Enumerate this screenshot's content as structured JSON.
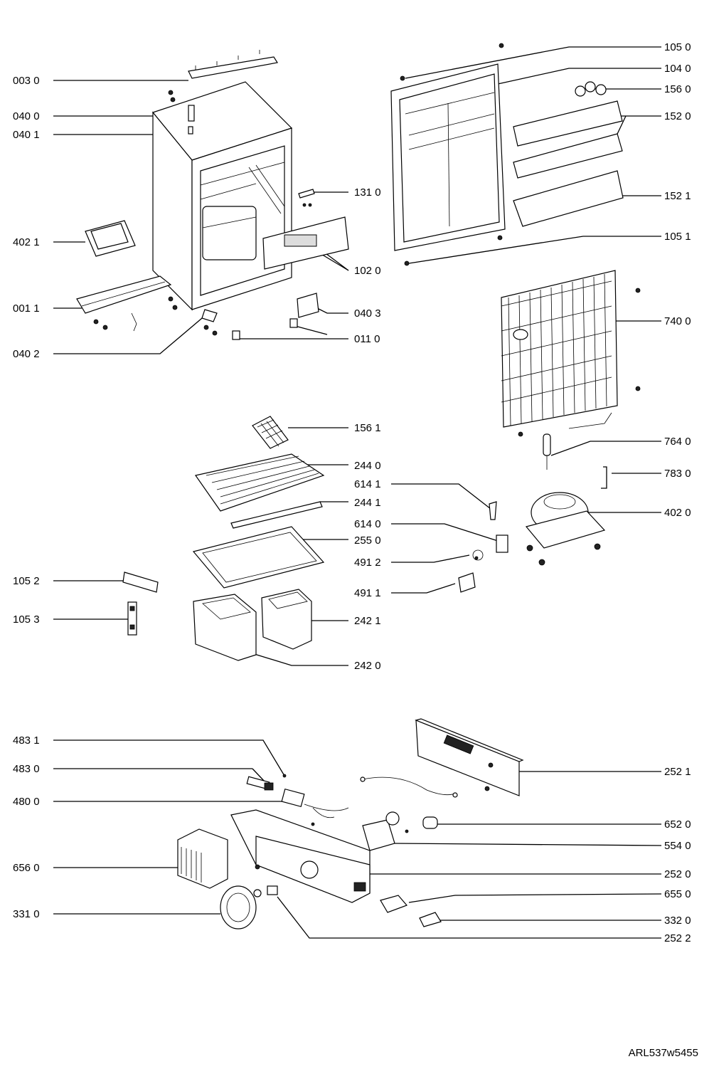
{
  "callouts": {
    "c0030": "003 0",
    "c0400": "040 0",
    "c0401": "040 1",
    "c4021": "402 1",
    "c0011": "001 1",
    "c0402": "040 2",
    "c1310": "131 0",
    "c1020": "102 0",
    "c0403": "040 3",
    "c0110": "011 0",
    "c1050": "105 0",
    "c1040": "104 0",
    "c1560": "156 0",
    "c1520": "152 0",
    "c1521": "152 1",
    "c1051": "105 1",
    "c7400": "740 0",
    "c7640": "764 0",
    "c7830": "783 0",
    "c4020": "402 0",
    "c1561": "156 1",
    "c2440": "244 0",
    "c6141": "614 1",
    "c2441": "244 1",
    "c6140": "614 0",
    "c2550": "255 0",
    "c4912": "491 2",
    "c4911": "491 1",
    "c2421": "242 1",
    "c2420": "242 0",
    "c1052": "105 2",
    "c1053": "105 3",
    "c4831": "483 1",
    "c4830": "483 0",
    "c4800": "480 0",
    "c6560": "656 0",
    "c3310": "331 0",
    "c2521": "252 1",
    "c6520": "652 0",
    "c5540": "554 0",
    "c2520": "252 0",
    "c6550": "655 0",
    "c3320": "332 0",
    "c2522": "252 2"
  },
  "footer": {
    "code": "ARL537w5455"
  }
}
